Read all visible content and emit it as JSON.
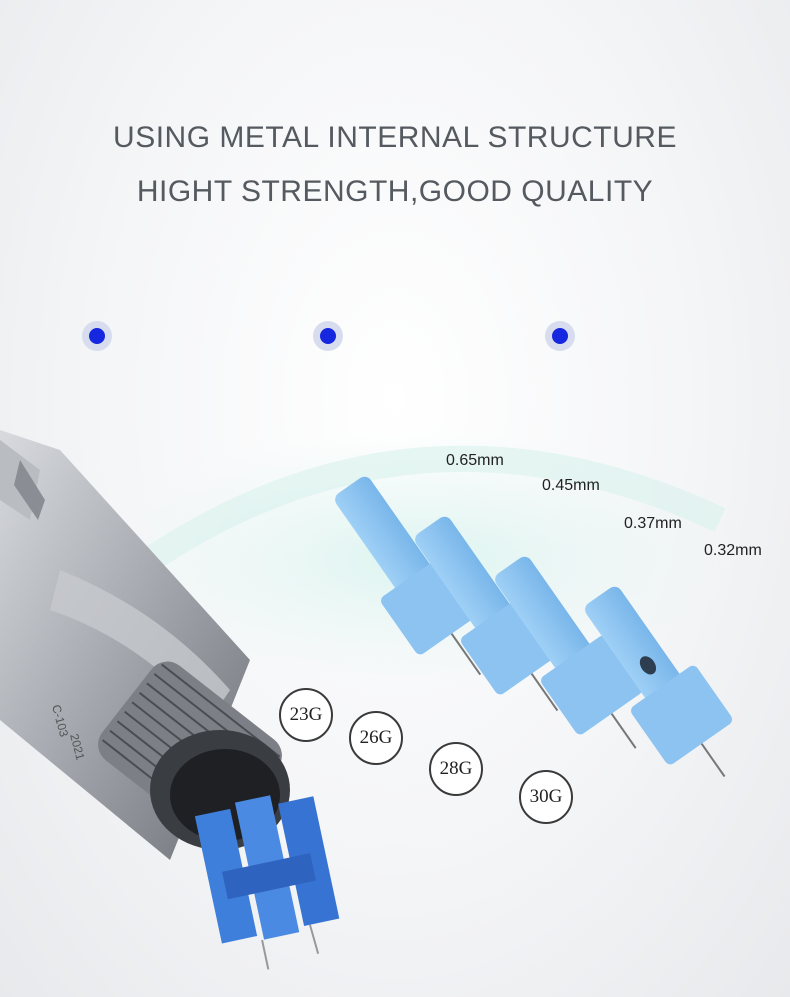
{
  "headline": {
    "line1": "USING METAL INTERNAL STRUCTURE",
    "line2": "HIGHT STRENGTH,GOOD QUALITY"
  },
  "device_markings": [
    "C-103",
    "2021"
  ],
  "needles": [
    {
      "size": "0.65mm",
      "gauge": "23G"
    },
    {
      "size": "0.45mm",
      "gauge": "26G"
    },
    {
      "size": "0.37mm",
      "gauge": "28G"
    },
    {
      "size": "0.32mm",
      "gauge": "30G"
    }
  ],
  "colors": {
    "accent_dot": "#1627e0",
    "needle_blue": "#8ec6f2",
    "cartridge_blue": "#3e7fdc",
    "text": "#555a60"
  }
}
